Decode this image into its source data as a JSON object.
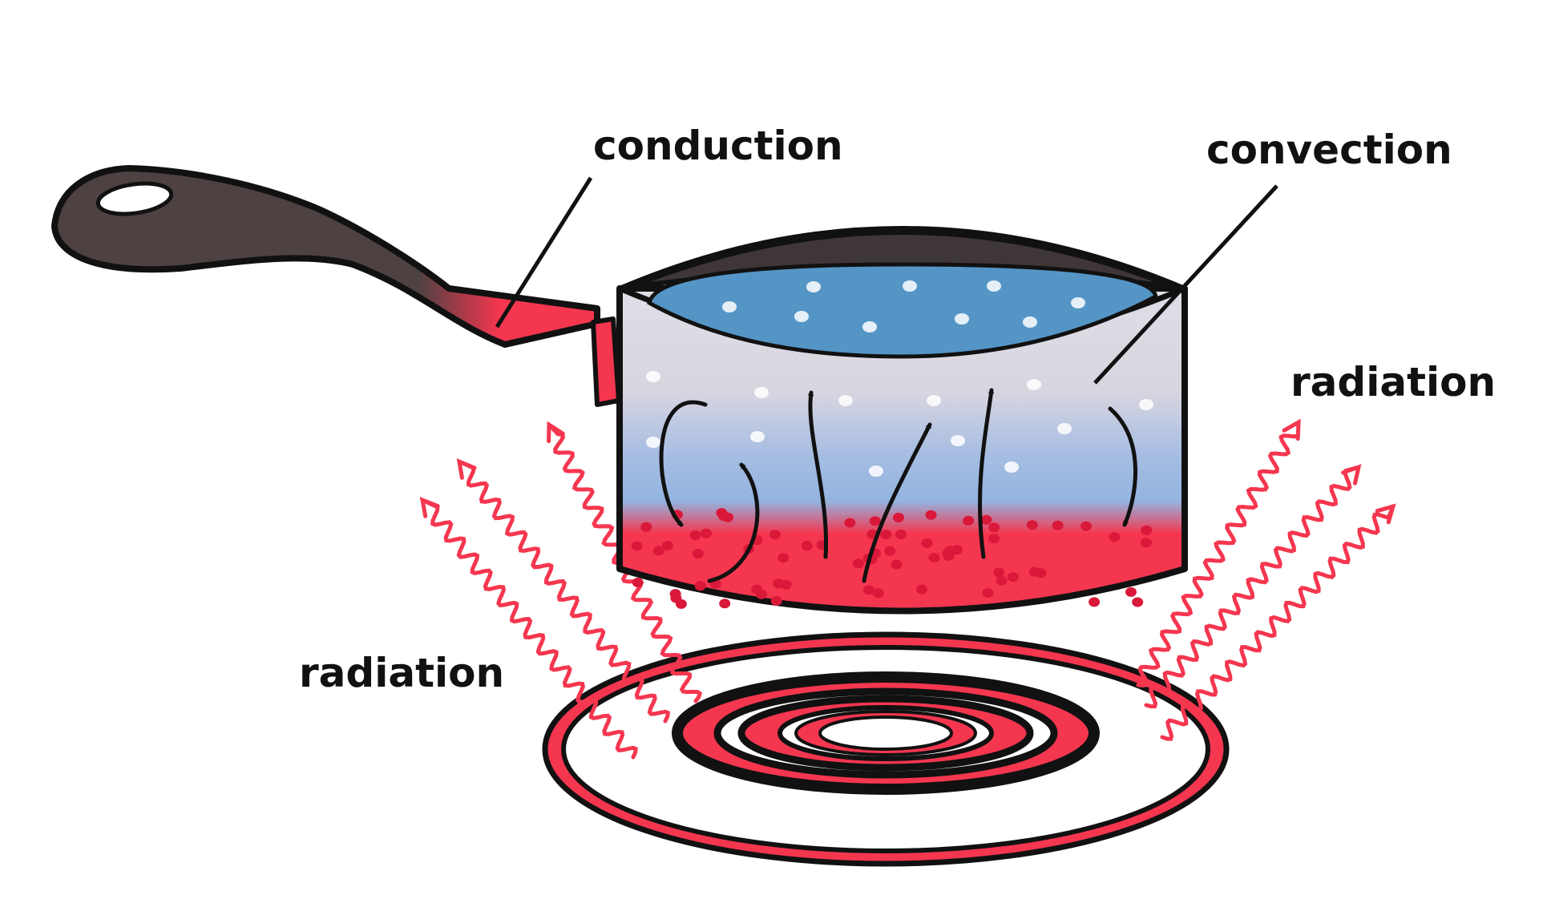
{
  "labels": {
    "conduction": "conduction",
    "convection": "convection",
    "radiation_right": "radiation",
    "radiation_left": "radiation"
  },
  "colors": {
    "hot": "#f5364f",
    "handle_dark": "#4d4142",
    "water": "#5495c6",
    "pan_silver": "#d9d6df",
    "pan_cool": "#93b4df",
    "outline": "#111111",
    "background": "#ffffff"
  },
  "icons": [
    "wavy-radiation-arrow-icon",
    "convection-arrow-icon",
    "stove-coil-icon",
    "saucepan-icon"
  ]
}
